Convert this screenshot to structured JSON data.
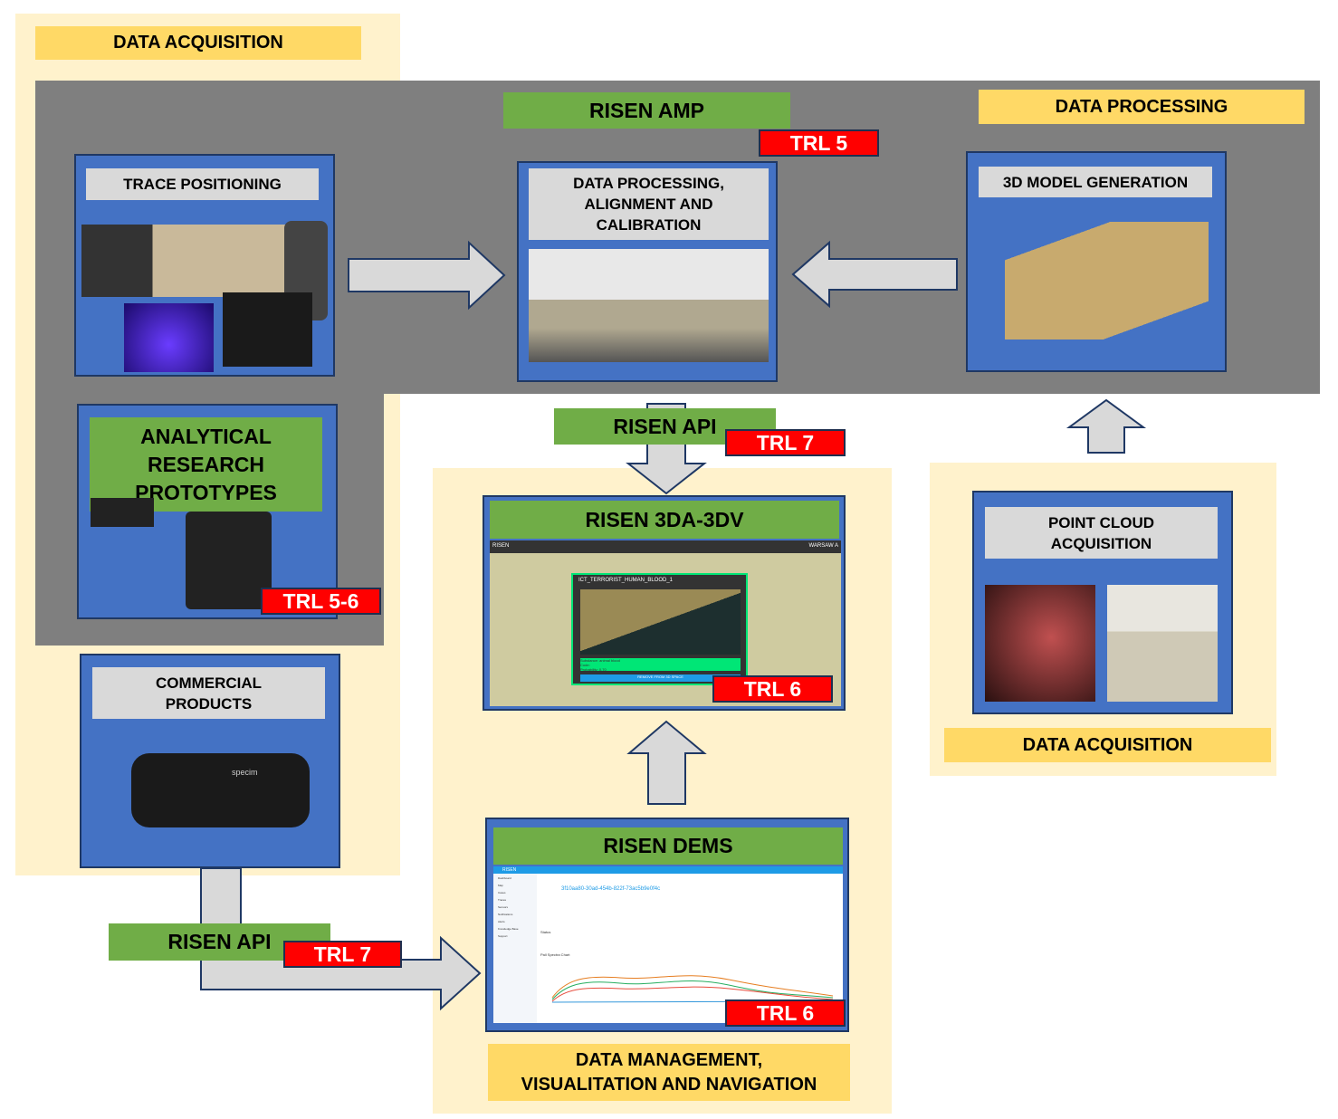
{
  "labels": {
    "data_acquisition_left": "DATA ACQUISITION",
    "data_processing": "DATA PROCESSING",
    "data_acquisition_right": "DATA ACQUISITION",
    "data_management": "DATA MANAGEMENT,\nVISUALITATION AND NAVIGATION"
  },
  "products": {
    "amp": {
      "title": "RISEN AMP",
      "trl": "TRL 5"
    },
    "api_top": {
      "title": "RISEN API",
      "trl": "TRL 7"
    },
    "api_bottom": {
      "title": "RISEN API",
      "trl": "TRL 7"
    },
    "viewer": {
      "title": "RISEN 3DA-3DV",
      "trl": "TRL 6",
      "screen": {
        "app": "RISEN",
        "location": "WARSAW A",
        "popup_title": "ICT_TERRORIST_HUMAN_BLOOD_1",
        "info": "Substance: animal blood\nCode:\nProbability: 0.70",
        "button": "REMOVE FROM 3D SPACE"
      }
    },
    "dems": {
      "title": "RISEN DEMS",
      "trl": "TRL 6",
      "screen": {
        "app": "RISEN",
        "record_id": "3f10aa80-30ad-454b-822f-73ac5b9e0f4c",
        "status_label": "Status",
        "chart_title": "Pall Spectra Chart",
        "nav": [
          "Dashboard",
          "Map",
          "Cases",
          "Traces",
          "Sensors",
          "Notifications",
          "Alerts",
          "Knowledge Base",
          "Support"
        ]
      }
    },
    "analytical": {
      "title": "ANALYTICAL\nRESEARCH\nPROTOTYPES",
      "trl": "TRL 5-6"
    }
  },
  "blocks": {
    "trace_positioning": "TRACE POSITIONING",
    "processing": "DATA PROCESSING,\nALIGNMENT AND\nCALIBRATION",
    "model": "3D MODEL GENERATION",
    "point_cloud": "POINT CLOUD\nACQUISITION",
    "commercial": "COMMERCIAL\nPRODUCTS",
    "camera_brand": "specim"
  },
  "colors": {
    "green": "#70ad47",
    "yellow": "#ffd966",
    "red": "#ff0000",
    "blue": "#4472c4",
    "gray": "#7f7f7f"
  }
}
